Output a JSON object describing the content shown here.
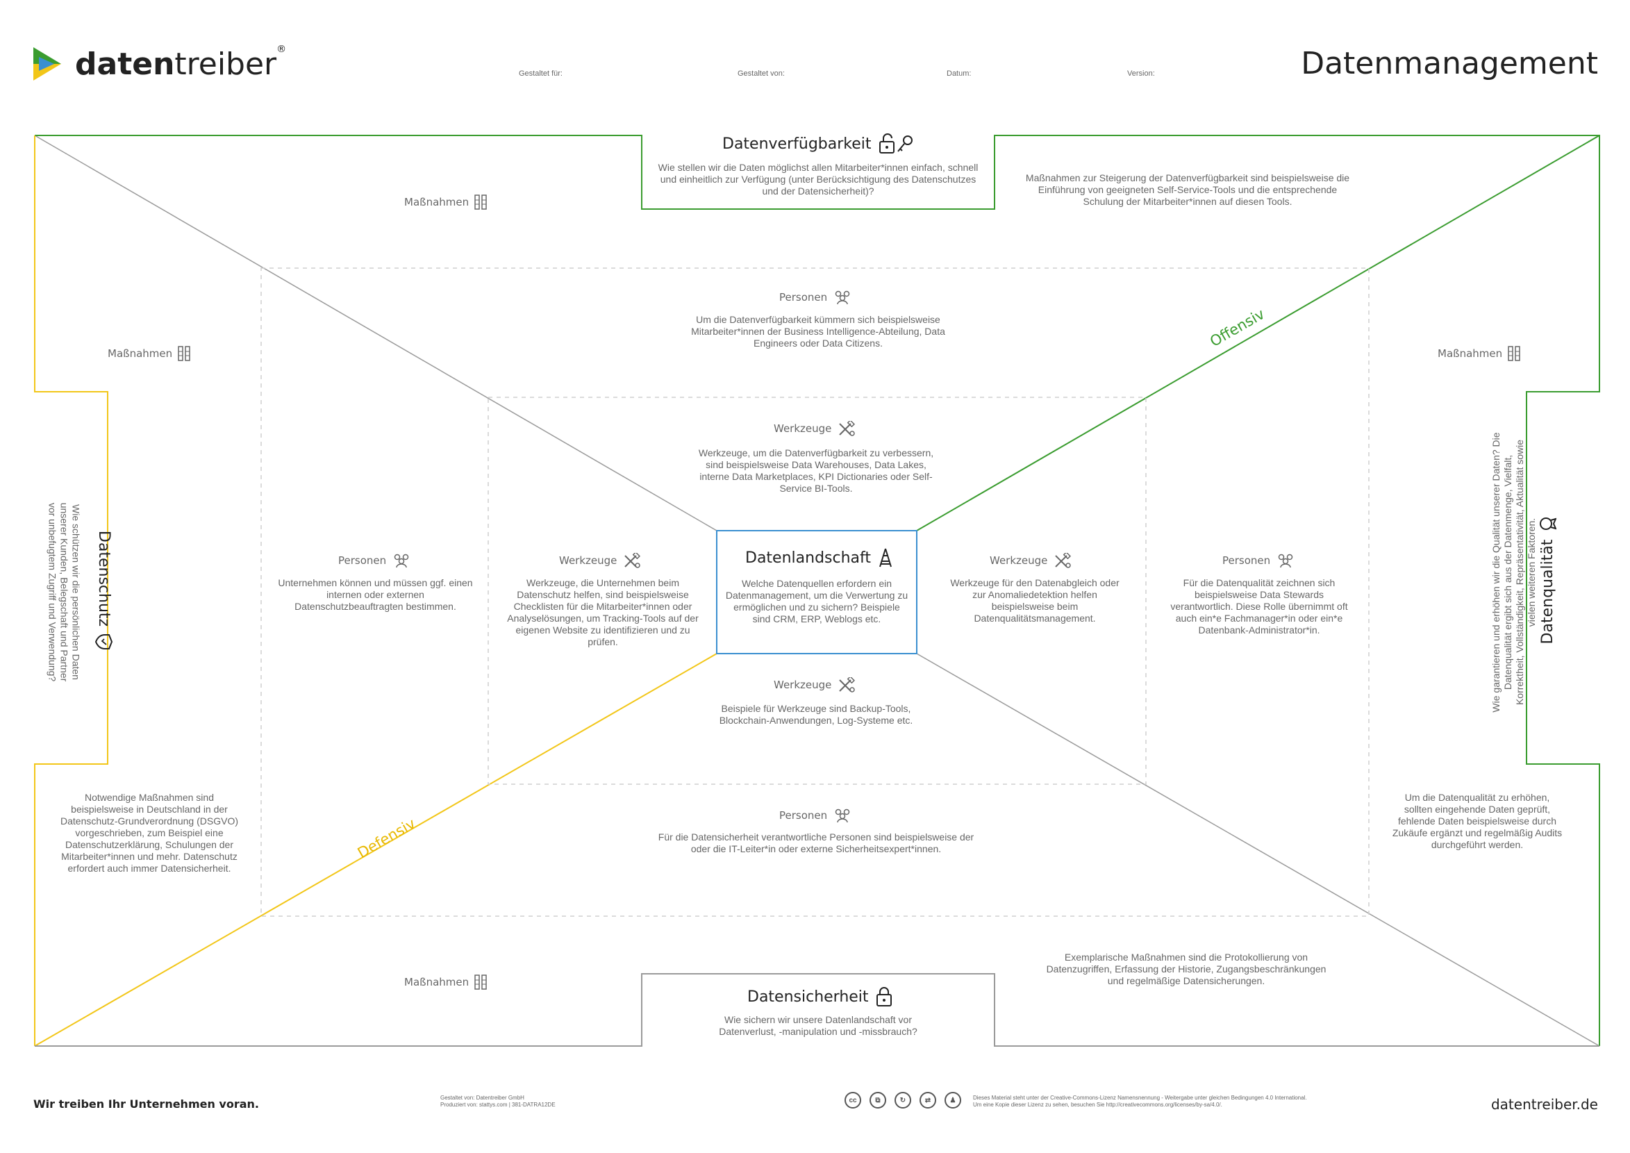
{
  "header": {
    "logo": {
      "brand_bold": "daten",
      "brand_light": "treiber",
      "registered": "®"
    },
    "document_title": "Datenmanagement",
    "fields": [
      {
        "label": "Gestaltet für:"
      },
      {
        "label": "Gestaltet von:"
      },
      {
        "label": "Datum:"
      },
      {
        "label": "Version:"
      }
    ]
  },
  "center": {
    "title": "Datenlandschaft",
    "text": "Welche Datenquellen erfordern ein Datenmanagement, um die Verwertung zu ermöglichen und zu sichern? Beispiele sind CRM, ERP, Weblogs etc."
  },
  "axes": {
    "offensive": "Offensiv",
    "defensive": "Defensiv"
  },
  "top": {
    "title": "Datenverfügbarkeit",
    "question": "Wie stellen wir die Daten möglichst allen Mitarbeiter*innen einfach, schnell und einheitlich zur Verfügung (unter Berücksichtigung des Datenschutzes und der Datensicherheit)?",
    "massnahmen_label": "Maßnahmen",
    "massnahmen_text": "Maßnahmen zur Steigerung der Datenverfügbarkeit sind beispielsweise die Einführung von geeigneten Self-Service-Tools und die entsprechende Schulung der Mitarbeiter*innen auf diesen Tools.",
    "personen_label": "Personen",
    "personen_text": "Um die Datenverfügbarkeit kümmern sich beispielsweise Mitarbeiter*innen der Business Intelligence-Abteilung, Data Engineers oder Data Citizens.",
    "werkzeuge_label": "Werkzeuge",
    "werkzeuge_text": "Werkzeuge, um die Datenverfügbarkeit zu verbessern, sind beispielsweise Data Warehouses, Data Lakes, interne Data Marketplaces, KPI Dictionaries oder Self-Service BI-Tools."
  },
  "left": {
    "title": "Datenschutz",
    "question": "Wie schützen wir die persönlichen Daten unserer Kunden, Belegschaft und Partner vor unbefugtem Zugriff und Verwendung?",
    "massnahmen_label": "Maßnahmen",
    "massnahmen_text": "Notwendige Maßnahmen sind beispielsweise in Deutschland in der Datenschutz-Grundverordnung (DSGVO) vorgeschrieben, zum Beispiel eine Datenschutzerklärung, Schulungen der Mitarbeiter*innen und mehr. Datenschutz erfordert auch immer Datensicherheit.",
    "personen_label": "Personen",
    "personen_text": "Unternehmen können und müssen ggf. einen internen oder externen Datenschutzbeauftragten bestimmen.",
    "werkzeuge_label": "Werkzeuge",
    "werkzeuge_text": "Werkzeuge, die Unternehmen beim Datenschutz helfen, sind beispielsweise Checklisten für die Mitarbeiter*innen oder Analyselösungen, um Tracking-Tools auf der eigenen Website zu identifizieren und zu prüfen."
  },
  "right": {
    "title": "Datenqualität",
    "question": "Wie garantieren und erhöhen wir die Qualität unserer Daten? Die Datenqualität ergibt sich aus der Datenmenge, Vielfalt, Korrektheit, Vollständigkeit, Repräsentativität, Aktualität sowie vielen weiteren Faktoren.",
    "massnahmen_label": "Maßnahmen",
    "massnahmen_text": "Um die Datenqualität zu erhöhen, sollten eingehende Daten geprüft, fehlende Daten beispielsweise durch Zukäufe ergänzt und regelmäßig Audits durchgeführt werden.",
    "personen_label": "Personen",
    "personen_text": "Für die Datenqualität zeichnen sich beispielsweise Data Stewards verantwortlich. Diese Rolle übernimmt oft auch ein*e Fachmanager*in oder ein*e Datenbank-Administrator*in.",
    "werkzeuge_label": "Werkzeuge",
    "werkzeuge_text": "Werkzeuge für den Datenabgleich oder zur Anomaliedetektion helfen beispielsweise beim Datenqualitätsmanagement."
  },
  "bottom": {
    "title": "Datensicherheit",
    "question": "Wie sichern wir unsere Datenlandschaft vor Datenverlust, -manipulation und -missbrauch?",
    "massnahmen_label": "Maßnahmen",
    "massnahmen_text": "Exemplarische Maßnahmen sind die Protokollierung von Datenzugriffen, Erfassung der Historie, Zugangsbeschränkungen und regelmäßige Datensicherungen.",
    "personen_label": "Personen",
    "personen_text": "Für die Datensicherheit verantwortliche Personen sind beispielsweise der oder die IT-Leiter*in oder externe Sicherheitsexpert*innen.",
    "werkzeuge_label": "Werkzeuge",
    "werkzeuge_text": "Beispiele für Werkzeuge sind Backup-Tools, Blockchain-Anwendungen, Log-Systeme etc."
  },
  "footer": {
    "slogan": "Wir treiben Ihr Unternehmen voran.",
    "credits_line1": "Gestaltet von: Datentreiber GmbH",
    "credits_line2": "Produziert von: stattys.com | 381-DATRA12DE",
    "license_line1": "Dieses Material steht unter der Creative-Commons-Lizenz Namensnennung - Weitergabe unter gleichen Bedingungen 4.0 International.",
    "license_line2": "Um eine Kopie dieser Lizenz zu sehen, besuchen Sie http://creativecommons.org/licenses/by-sa/4.0/.",
    "cc_icons": [
      "cc",
      "copy",
      "remix",
      "share",
      "attribution"
    ],
    "url": "datentreiber.de"
  },
  "colors": {
    "green": "#3a9c2f",
    "yellow": "#f2c618",
    "blue": "#3a8fd0",
    "grey": "#9a9a9a",
    "dash": "#cfcfcf"
  }
}
